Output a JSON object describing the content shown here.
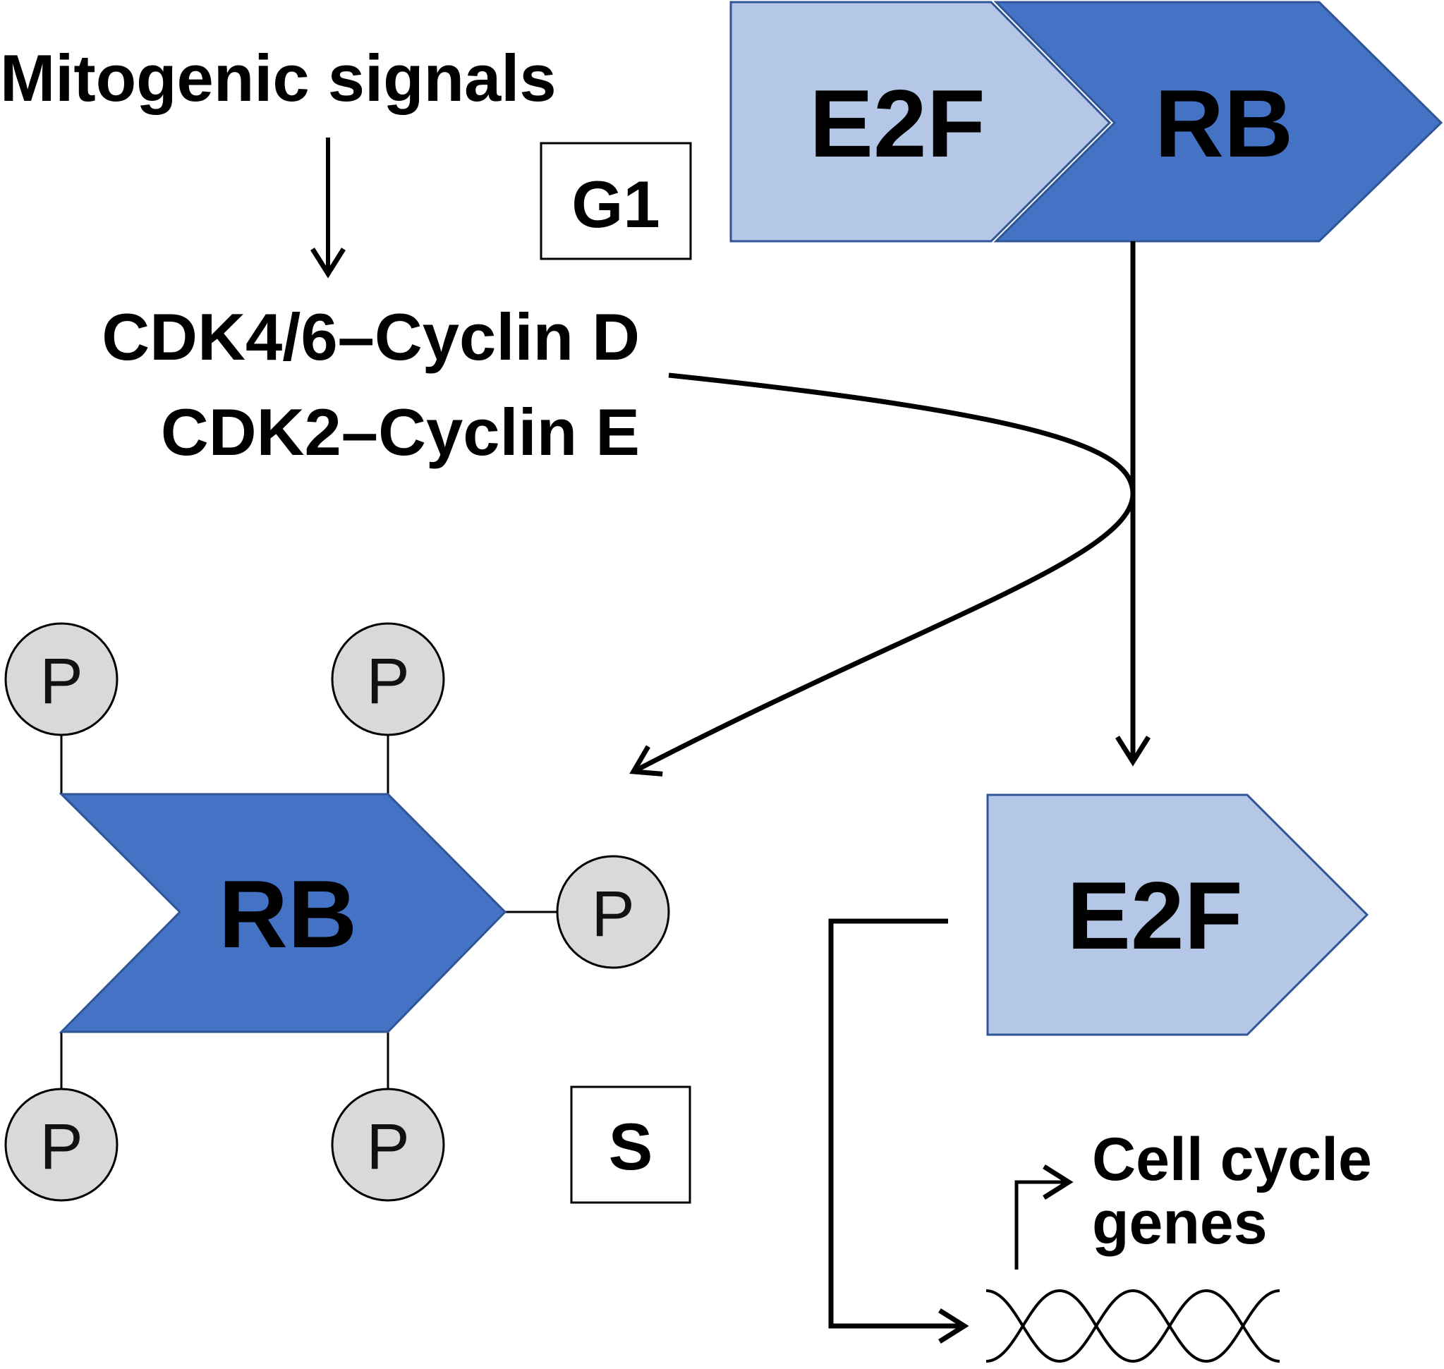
{
  "labels": {
    "mitogenic": "Mitogenic signals",
    "cdk46": "CDK4/6–Cyclin D",
    "cdk2": "CDK2–Cyclin E",
    "cell_cycle_line1": "Cell cycle",
    "cell_cycle_line2": "genes"
  },
  "phases": {
    "g1": "G1",
    "s": "S"
  },
  "complex": {
    "e2f": "E2F",
    "rb": "RB"
  },
  "phosphorylated": {
    "rb": "RB",
    "p": "P"
  },
  "free": {
    "e2f": "E2F"
  },
  "colors": {
    "e2f_fill": "#B4C7E7",
    "rb_fill": "#4472C4",
    "outline": "#2F5597",
    "p_fill": "#D9D9D9",
    "line": "#000000"
  }
}
